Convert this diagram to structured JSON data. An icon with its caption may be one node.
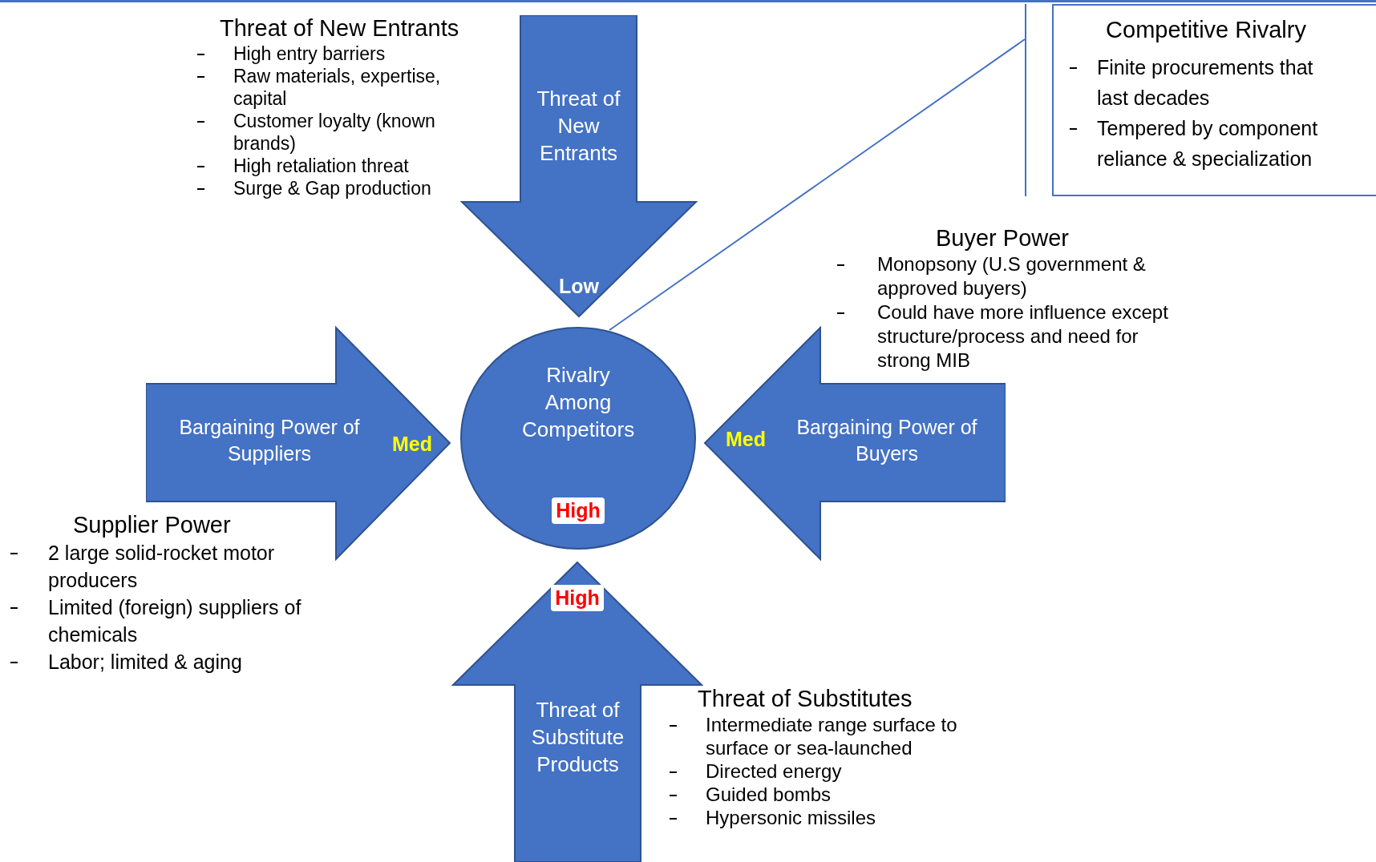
{
  "diagram": {
    "nodes": [
      {
        "text": [
          "Threat of New Entrants",
          "Low"
        ]
      },
      {
        "text": [
          "Competitive Rivalry",
          "Finite procurements that last decades",
          "Tempered by component reliance & specialization"
        ]
      },
      {
        "text": [
          "Bargaining Power of Suppliers",
          "Med"
        ]
      },
      {
        "text": [
          "Rivalry Among Competitors",
          "High"
        ]
      },
      {
        "text": [
          "Med",
          "Bargaining Power of Buyers"
        ]
      },
      {
        "text": [
          "High",
          "Threat of Substitute Products"
        ]
      }
    ],
    "edges": [
      {
        "from": 3,
        "to": 1,
        "arrow": "none"
      }
    ],
    "labels": [
      "Threat of New Entrants",
      "High entry barriers",
      "Raw materials, expertise, capital",
      "Customer loyalty (known brands)",
      "High retaliation threat",
      "Surge & Gap production",
      "Buyer Power",
      "Monopsony (U.S government & approved buyers)",
      "Could have more influence except structure/process and need for strong MIB",
      "Supplier Power",
      "2 large solid-rocket motor producers",
      "Limited (foreign) suppliers of chemicals",
      "Labor; limited & aging",
      "Threat of Substitutes",
      "Intermediate range surface to surface or sea-launched",
      "Directed energy",
      "Guided bombs",
      "Hypersonic missiles"
    ]
  }
}
